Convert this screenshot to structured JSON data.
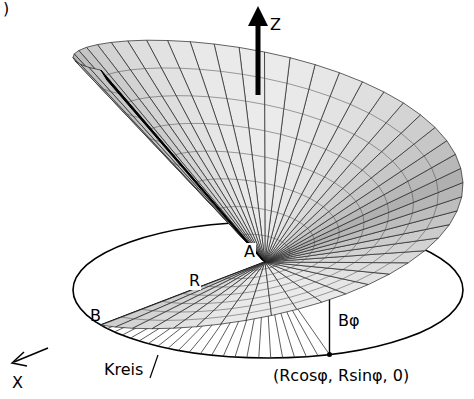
{
  "diagram": {
    "labels": [
      ")",
      "Z",
      "A",
      "R",
      "B",
      "Bφ",
      "Kreis",
      "(Rcosφ, Rsinφ, 0)",
      "X"
    ]
  }
}
